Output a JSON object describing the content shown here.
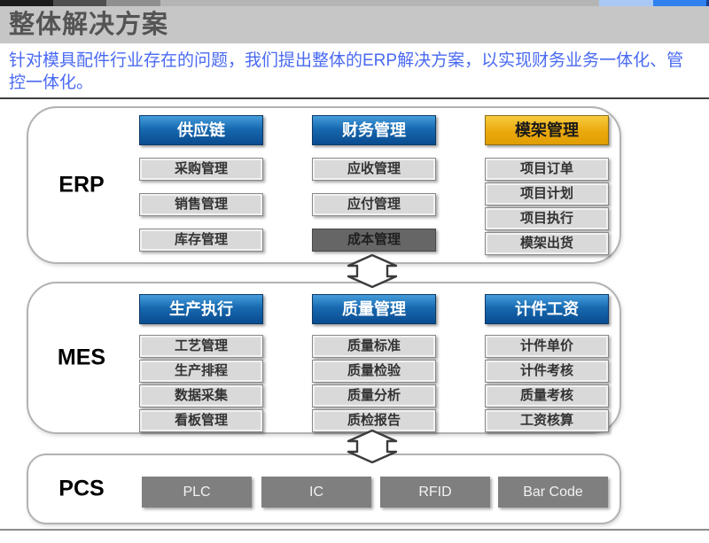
{
  "slide": {
    "title": "整体解决方案",
    "subtitle": "针对模具配件行业存在的问题，我们提出整体的ERP解决方案，以实现财务业务一体化、管控一体化。"
  },
  "panels": [
    {
      "label": "ERP",
      "columns": [
        {
          "header": {
            "label": "供应链",
            "style": "blue"
          },
          "items": [
            {
              "label": "采购管理",
              "style": "gray"
            },
            {
              "label": "销售管理",
              "style": "gray"
            },
            {
              "label": "库存管理",
              "style": "gray"
            }
          ]
        },
        {
          "header": {
            "label": "财务管理",
            "style": "blue"
          },
          "items": [
            {
              "label": "应收管理",
              "style": "gray"
            },
            {
              "label": "应付管理",
              "style": "gray"
            },
            {
              "label": "成本管理",
              "style": "dark"
            }
          ]
        },
        {
          "header": {
            "label": "模架管理",
            "style": "gold"
          },
          "items": [
            {
              "label": "项目订单",
              "style": "gray"
            },
            {
              "label": "项目计划",
              "style": "gray"
            },
            {
              "label": "项目执行",
              "style": "gray"
            },
            {
              "label": "模架出货",
              "style": "gray"
            }
          ]
        }
      ]
    },
    {
      "label": "MES",
      "columns": [
        {
          "header": {
            "label": "生产执行",
            "style": "blue"
          },
          "items": [
            {
              "label": "工艺管理",
              "style": "gray"
            },
            {
              "label": "生产排程",
              "style": "gray"
            },
            {
              "label": "数据采集",
              "style": "gray"
            },
            {
              "label": "看板管理",
              "style": "gray"
            }
          ]
        },
        {
          "header": {
            "label": "质量管理",
            "style": "blue"
          },
          "items": [
            {
              "label": "质量标准",
              "style": "gray"
            },
            {
              "label": "质量检验",
              "style": "gray"
            },
            {
              "label": "质量分析",
              "style": "gray"
            },
            {
              "label": "质检报告",
              "style": "gray"
            }
          ]
        },
        {
          "header": {
            "label": "计件工资",
            "style": "blue"
          },
          "items": [
            {
              "label": "计件单价",
              "style": "gray"
            },
            {
              "label": "计件考核",
              "style": "gray"
            },
            {
              "label": "质量考核",
              "style": "gray"
            },
            {
              "label": "工资核算",
              "style": "gray"
            }
          ]
        }
      ]
    },
    {
      "label": "PCS",
      "devices": [
        "PLC",
        "IC",
        "RFID",
        "Bar Code"
      ]
    }
  ],
  "colors": {
    "header_blue": "#1769b0",
    "header_gold": "#eaa90b",
    "item_gray": "#d9d9d9",
    "item_dark": "#666666",
    "device_gray": "#7f7f7f",
    "subtitle_blue": "#4a6af2",
    "title_gray": "#545454",
    "band_gray": "#c6c6c6"
  }
}
